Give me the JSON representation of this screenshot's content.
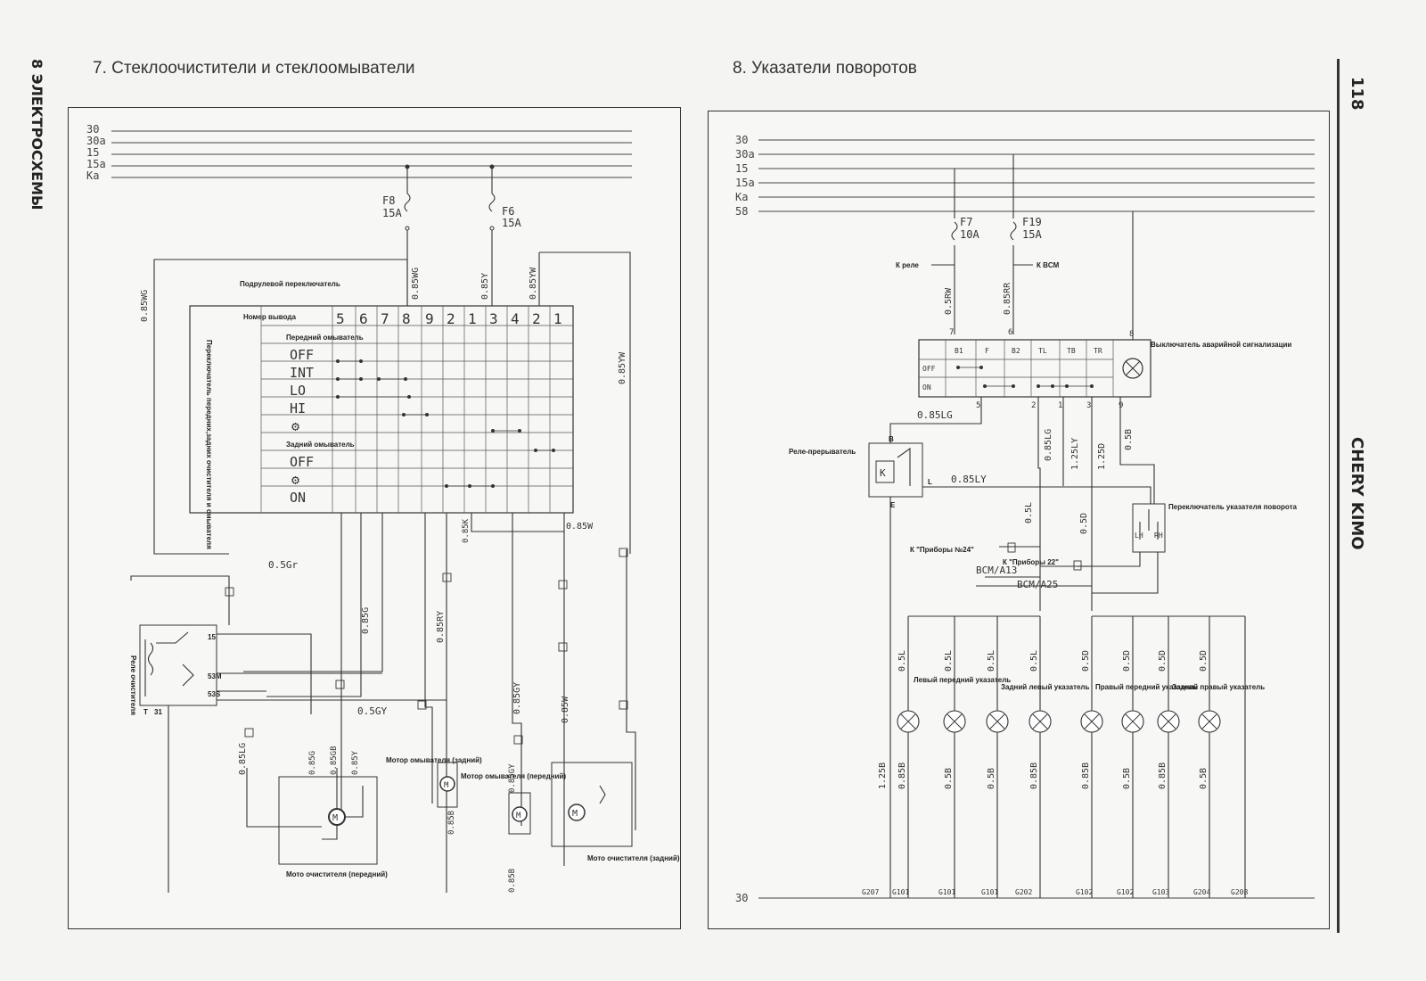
{
  "page": {
    "left_margin_label": "8 ЭЛЕКТРОСХЕМЫ",
    "page_number": "118",
    "brand": "CHERY KIMO"
  },
  "left": {
    "title": "7. Стеклоочистители и стеклоомыватели",
    "buses": [
      "30",
      "30a",
      "15",
      "15a",
      "Ka"
    ],
    "fuses": [
      {
        "name": "F8",
        "rating": "15A"
      },
      {
        "name": "F6",
        "rating": "15A"
      }
    ],
    "switch_caption": "Подрулевой переключатель",
    "switch_vertical_caption": "Переключатель передних,задних очистителя и омывателя",
    "pin_header": "Номер вывода",
    "pins": [
      "5",
      "6",
      "7",
      "8",
      "9",
      "2",
      "1",
      "3",
      "4",
      "2",
      "1"
    ],
    "front_washer_label": "Передний омыватель",
    "rear_washer_label": "Задний омыватель",
    "positions_front": [
      "OFF",
      "INT",
      "LO",
      "HI",
      "⚙"
    ],
    "positions_rear": [
      "OFF",
      "⚙",
      "ON"
    ],
    "wires": [
      "0.85WG",
      "0.85WG",
      "0.85Y",
      "0.85YW",
      "0.85YW",
      "0.5Gr",
      "0.85G",
      "0.85RY",
      "0.85GY",
      "0.85W",
      "0.85W",
      "0.5GY",
      "0.85LG",
      "0.85G",
      "0.85GB",
      "0.85Y",
      "0.85GY",
      "0.85B",
      "0.85B",
      "0.85K"
    ],
    "relay_label": "Реле очистителя",
    "relay_pins": [
      "15",
      "53M",
      "53S",
      "T",
      "31"
    ],
    "motor_washer_rear": "Мотор омывателя (задний)",
    "motor_washer_front": "Мотор омывателя (передний)",
    "motor_wiper_front": "Мото очистителя (передний)",
    "motor_wiper_rear": "Мото очистителя (задний)",
    "motor_symbol": "M"
  },
  "right": {
    "title": "8. Указатели поворотов",
    "buses": [
      "30",
      "30a",
      "15",
      "15a",
      "Ka",
      "58"
    ],
    "bus_ground": "30",
    "fuses": [
      {
        "name": "F7",
        "rating": "10A"
      },
      {
        "name": "F19",
        "rating": "15A"
      }
    ],
    "to_relay": "К реле",
    "to_bcm": "К BCM",
    "hazard_cols": [
      "B1",
      "F",
      "B2",
      "TL",
      "TB",
      "TR"
    ],
    "hazard_rows": [
      "OFF",
      "ON"
    ],
    "hazard_label": "Выключатель аварийной сигнализации",
    "hazard_pins": [
      "7",
      "6",
      "8",
      "5",
      "2",
      "1",
      "3",
      "9"
    ],
    "wires": [
      "0.5RW",
      "0.85RR",
      "0.85LG",
      "0.85LG",
      "1.25LY",
      "1.25D",
      "0.5B",
      "0.85LY",
      "0.5L",
      "0.5D"
    ],
    "relay_label": "Реле-прерыватель",
    "relay_pins": [
      "B",
      "L",
      "E"
    ],
    "relay_symbol": "K",
    "turn_switch_label": "Переключатель указателя поворота",
    "turn_switch_pins": [
      "LH",
      "RH"
    ],
    "to_instruments_24": "К \"Приборы №24\"",
    "to_instruments_22": "К \"Приборы 22\"",
    "bcm_a13": "BCM/A13",
    "bcm_a25": "BCM/A25",
    "lamp_groups": [
      {
        "label": "Левый передний указатель"
      },
      {
        "label": "Задний левый указатель"
      },
      {
        "label": "Правый передний указатель"
      },
      {
        "label": "Задний правый указатель"
      }
    ],
    "lamp_wires_top": [
      "0.5L",
      "0.5L",
      "0.5L",
      "0.5L",
      "0.5D",
      "0.5D",
      "0.5D",
      "0.5D"
    ],
    "lamp_wires_bottom": [
      "0.85B",
      "0.5B",
      "0.5B",
      "0.85B",
      "0.85B",
      "0.5B",
      "0.85B",
      "0.5B"
    ],
    "left_ground_wire": "1.25B",
    "grounds": [
      "G207",
      "G101",
      "G101",
      "G101",
      "G202",
      "G102",
      "G102",
      "G103",
      "G204",
      "G208"
    ]
  },
  "colors": {
    "line": "#333333",
    "paper": "#f4f4f2"
  }
}
